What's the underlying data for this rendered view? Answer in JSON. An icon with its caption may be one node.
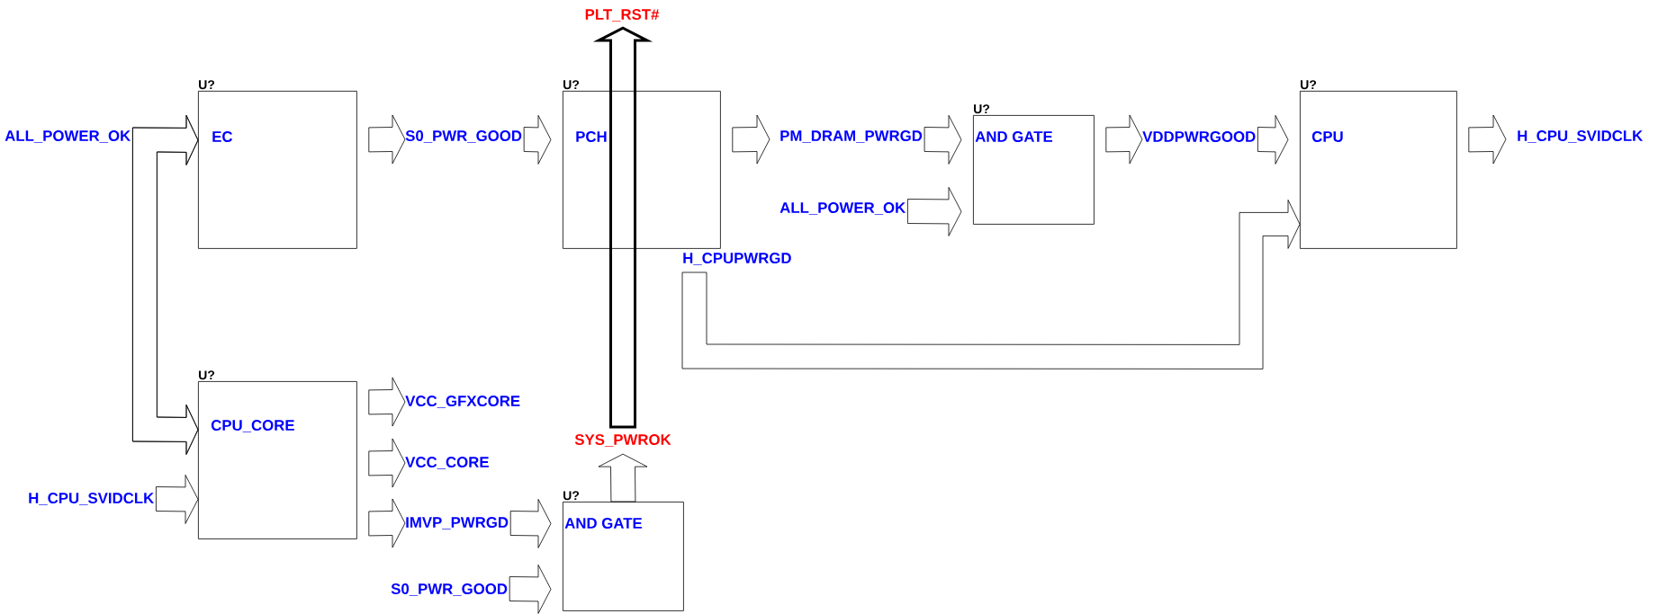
{
  "diagram": {
    "nodes": [
      {
        "text": [
          "ALL_POWER_OK"
        ]
      },
      {
        "text": [
          "U?",
          "EC"
        ]
      },
      {
        "text": [
          "S0_PWR_GOOD"
        ]
      },
      {
        "text": [
          "U?",
          "PCH"
        ]
      },
      {
        "text": [
          "PLT_RST#"
        ]
      },
      {
        "text": [
          "PM_DRAM_PWRGD"
        ]
      },
      {
        "text": [
          "ALL_POWER_OK"
        ]
      },
      {
        "text": [
          "U?",
          "AND GATE"
        ]
      },
      {
        "text": [
          "VDDPWRGOOD"
        ]
      },
      {
        "text": [
          "U?",
          "CPU"
        ]
      },
      {
        "text": [
          "H_CPU_SVIDCLK"
        ]
      },
      {
        "text": [
          "H_CPUPWRGD"
        ]
      },
      {
        "text": [
          "U?",
          "CPU_CORE"
        ]
      },
      {
        "text": [
          "H_CPU_SVIDCLK"
        ]
      },
      {
        "text": [
          "VCC_GFXCORE"
        ]
      },
      {
        "text": [
          "VCC_CORE"
        ]
      },
      {
        "text": [
          "IMVP_PWRGD"
        ]
      },
      {
        "text": [
          "SYS_PWROK"
        ]
      },
      {
        "text": [
          "S0_PWR_GOOD"
        ]
      },
      {
        "text": [
          "U?",
          "AND GATE"
        ]
      }
    ],
    "edges": [
      {
        "from": 0,
        "to": 1,
        "arrow": "to"
      },
      {
        "from": 0,
        "to": 12,
        "arrow": "to"
      },
      {
        "from": 1,
        "to": 2,
        "arrow": "to"
      },
      {
        "from": 2,
        "to": 3,
        "arrow": "to"
      },
      {
        "from": 3,
        "to": 5,
        "arrow": "to"
      },
      {
        "from": 5,
        "to": 7,
        "arrow": "to"
      },
      {
        "from": 6,
        "to": 7,
        "arrow": "to"
      },
      {
        "from": 7,
        "to": 8,
        "arrow": "to"
      },
      {
        "from": 8,
        "to": 9,
        "arrow": "to"
      },
      {
        "from": 9,
        "to": 10,
        "arrow": "to"
      },
      {
        "from": 11,
        "to": 9,
        "arrow": "to"
      },
      {
        "from": 12,
        "to": 14,
        "arrow": "to"
      },
      {
        "from": 12,
        "to": 15,
        "arrow": "to"
      },
      {
        "from": 12,
        "to": 16,
        "arrow": "to"
      },
      {
        "from": 16,
        "to": 19,
        "arrow": "to"
      },
      {
        "from": 18,
        "to": 19,
        "arrow": "to"
      },
      {
        "from": 13,
        "to": 12,
        "arrow": "to"
      },
      {
        "from": 19,
        "to": 17,
        "arrow": "to"
      },
      {
        "from": 17,
        "to": 4,
        "arrow": "to",
        "style": "thick"
      }
    ]
  }
}
